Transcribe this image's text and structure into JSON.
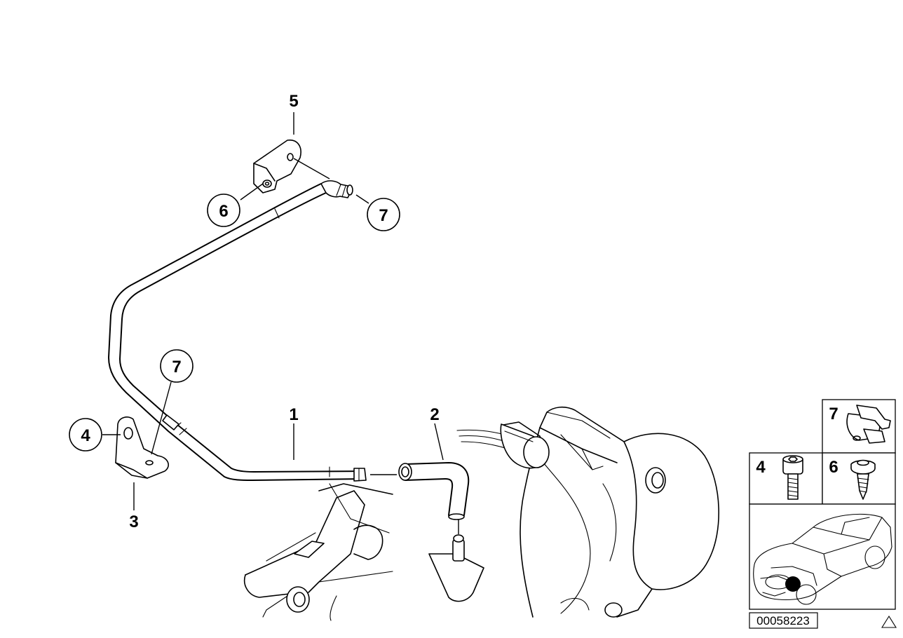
{
  "diagram": {
    "callouts": [
      {
        "id": "c1",
        "label": "1",
        "circled": false
      },
      {
        "id": "c2",
        "label": "2",
        "circled": false
      },
      {
        "id": "c3",
        "label": "3",
        "circled": false
      },
      {
        "id": "c4",
        "label": "4",
        "circled": true
      },
      {
        "id": "c5",
        "label": "5",
        "circled": false
      },
      {
        "id": "c6",
        "label": "6",
        "circled": true
      },
      {
        "id": "c7a",
        "label": "7",
        "circled": true
      },
      {
        "id": "c7b",
        "label": "7",
        "circled": true
      }
    ],
    "legend": {
      "items": [
        {
          "label": "7",
          "part": "hose-clip"
        },
        {
          "label": "4",
          "part": "hex-socket-screw"
        },
        {
          "label": "6",
          "part": "self-tapping-screw"
        }
      ],
      "car_view": "car-location-view"
    },
    "diagram_number": "00058223",
    "corner_marker": "triangle-icon"
  }
}
